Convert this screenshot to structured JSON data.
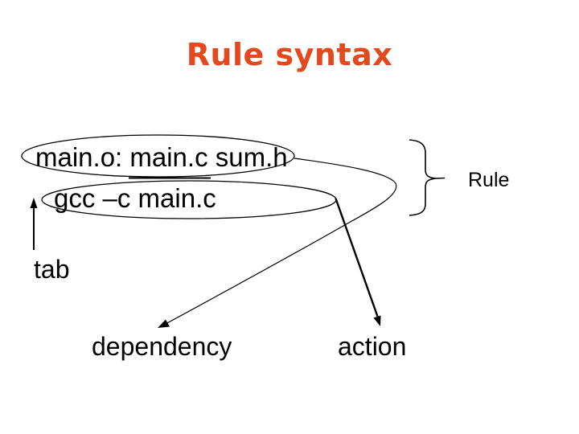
{
  "slide": {
    "title": "Rule syntax",
    "code": {
      "line1": "main.o: main.c sum.h",
      "line2": "gcc –c main.c"
    },
    "labels": {
      "rule": "Rule",
      "tab": "tab",
      "dependency": "dependency",
      "action": "action"
    },
    "colors": {
      "title": "#E2491E",
      "ink": "#000000",
      "background": "#FFFFFF"
    }
  }
}
